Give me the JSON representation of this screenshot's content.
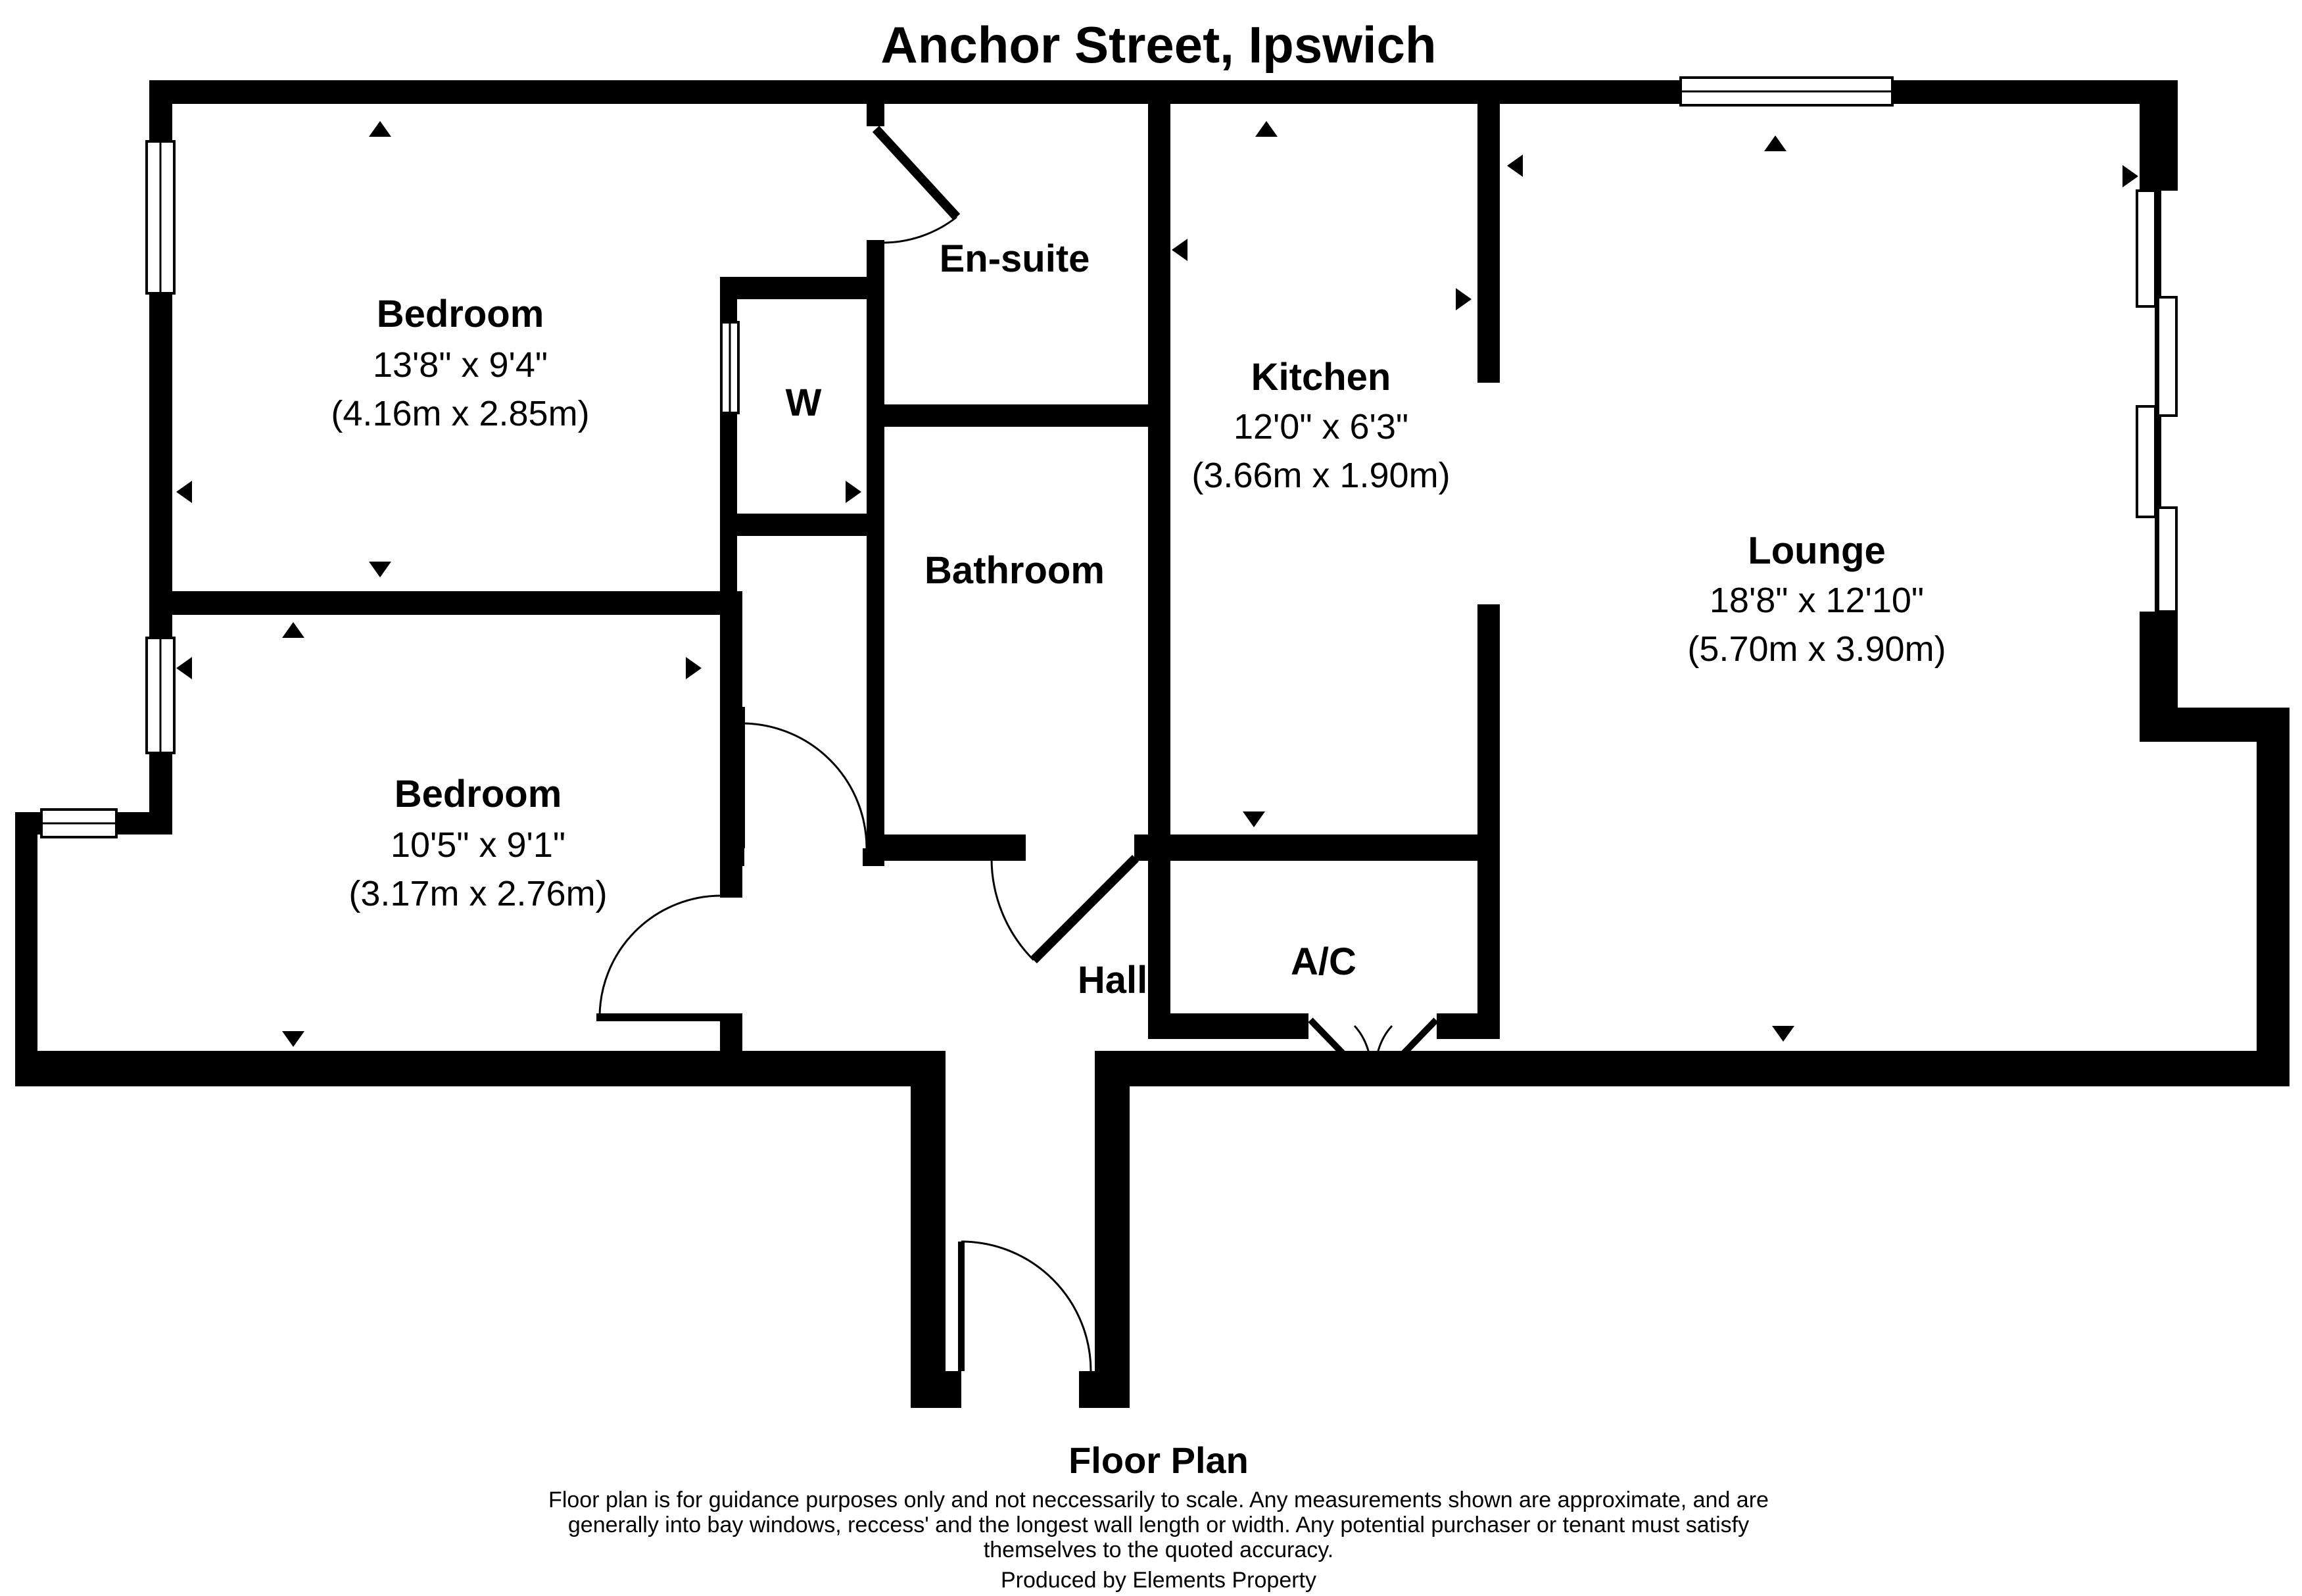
{
  "title": "Anchor Street, Ipswich",
  "rooms": {
    "bedroom1": {
      "name": "Bedroom",
      "imperial": "13'8\" x 9'4\"",
      "metric": "(4.16m x 2.85m)"
    },
    "bedroom2": {
      "name": "Bedroom",
      "imperial": "10'5\" x 9'1\"",
      "metric": "(3.17m x 2.76m)"
    },
    "kitchen": {
      "name": "Kitchen",
      "imperial": "12'0\" x 6'3\"",
      "metric": "(3.66m x 1.90m)"
    },
    "lounge": {
      "name": "Lounge",
      "imperial": "18'8\" x 12'10\"",
      "metric": "(5.70m x 3.90m)"
    },
    "ensuite": {
      "name": "En-suite"
    },
    "bathroom": {
      "name": "Bathroom"
    },
    "wardrobe": {
      "name": "W"
    },
    "airing": {
      "name": "A/C"
    },
    "hall": {
      "name": "Hall"
    }
  },
  "footer": {
    "heading": "Floor Plan",
    "disclaimer_lines": [
      "Floor plan is for guidance purposes only and not neccessarily to scale. Any measurements shown are approximate, and are",
      "generally into bay windows, reccess' and the longest wall length or width. Any potential purchaser or tenant must satisfy",
      "themselves to the quoted accuracy."
    ],
    "credit": "Produced by Elements Property"
  },
  "colors": {
    "wall": "#000000",
    "background": "#ffffff"
  }
}
